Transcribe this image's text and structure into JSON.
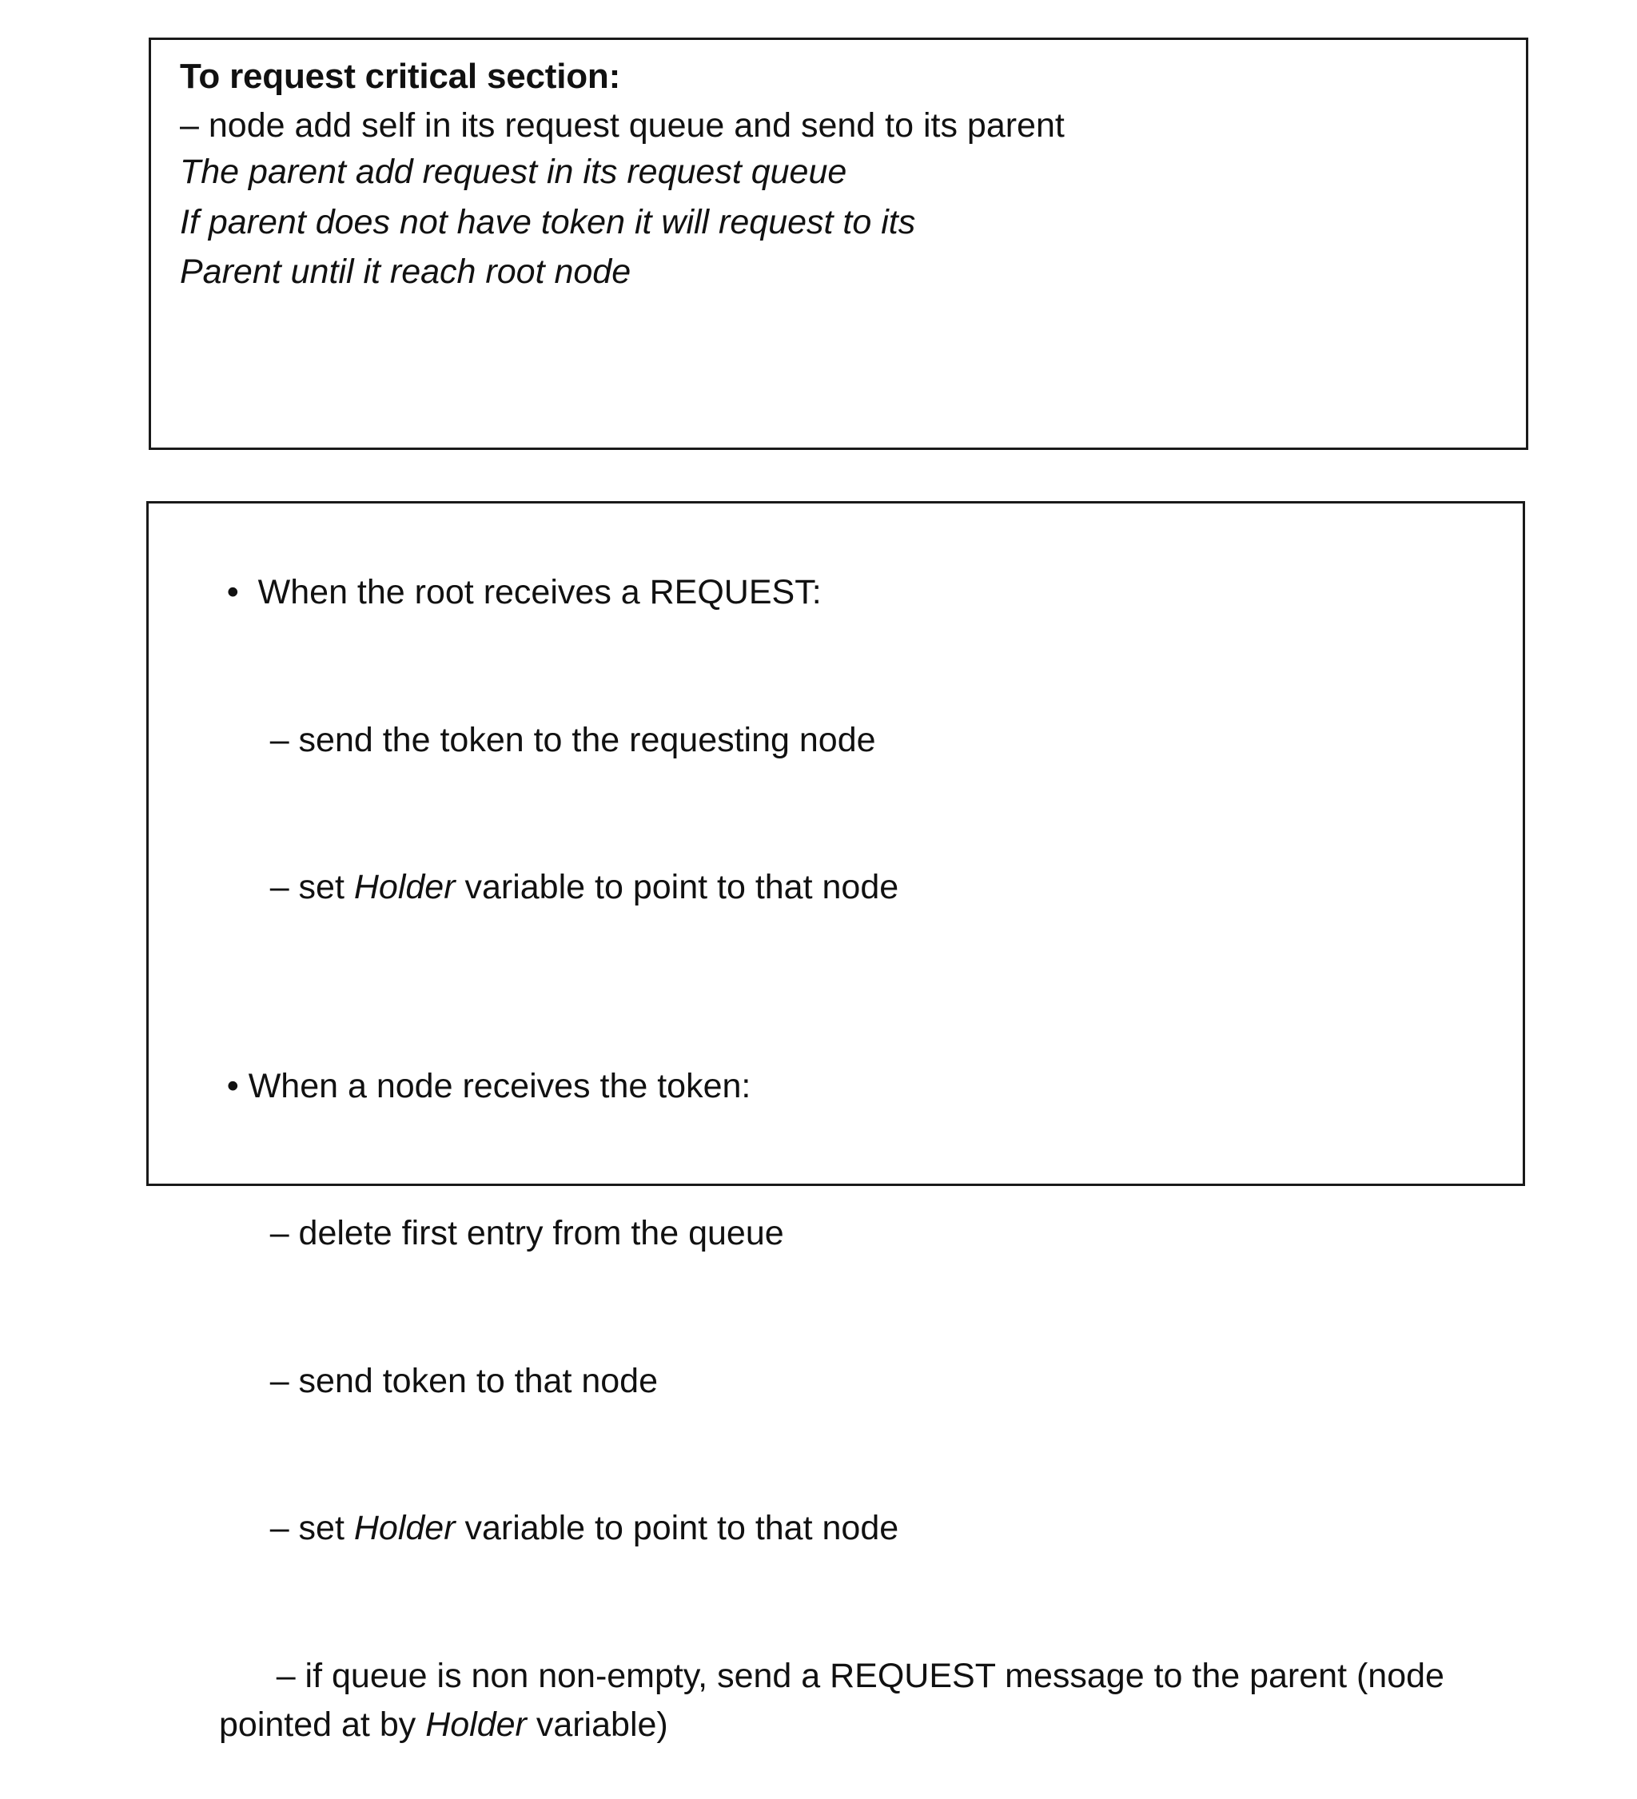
{
  "slide": {
    "background_color": "#ffffff",
    "text_color": "#111111",
    "border_color": "#1a1a1a"
  },
  "box_one": {
    "name": "request-critical-section-box",
    "title": "To request critical section:",
    "lines": [
      {
        "id": "b1-l1",
        "style": "plain",
        "text": "– node add self in its request queue and send to its parent"
      },
      {
        "id": "b1-l2",
        "style": "italic",
        "text": "The parent add request in its request queue"
      },
      {
        "id": "b1-l3",
        "style": "italic",
        "text": "If parent does not have token it will request to its"
      },
      {
        "id": "b1-l4",
        "style": "italic",
        "text": "Parent until it reach root node"
      }
    ]
  },
  "box_two": {
    "name": "token-handling-box",
    "group_one": {
      "bullet_glyph": "•",
      "heading": "When the root receives a REQUEST:",
      "items": [
        "– send the token to the requesting node",
        "– set Holder variable to point to that node"
      ],
      "items_parts": [
        {
          "pre": "– send the token to the requesting node",
          "em": "",
          "post": ""
        },
        {
          "pre": "– set ",
          "em": "Holder",
          "post": " variable to point to that node"
        }
      ]
    },
    "group_two": {
      "bullet_glyph": "•",
      "heading": "When a node receives the token:",
      "items_parts": [
        {
          "pre": "– delete first entry from the queue",
          "em": "",
          "post": ""
        },
        {
          "pre": "– send token to that node",
          "em": "",
          "post": ""
        },
        {
          "pre": "– set ",
          "em": "Holder",
          "post": " variable to point to that node"
        },
        {
          "pre": "– if queue is non non-empty, send a REQUEST message to the parent (node pointed at by ",
          "em": "Holder",
          "post": " variable)"
        }
      ]
    }
  }
}
